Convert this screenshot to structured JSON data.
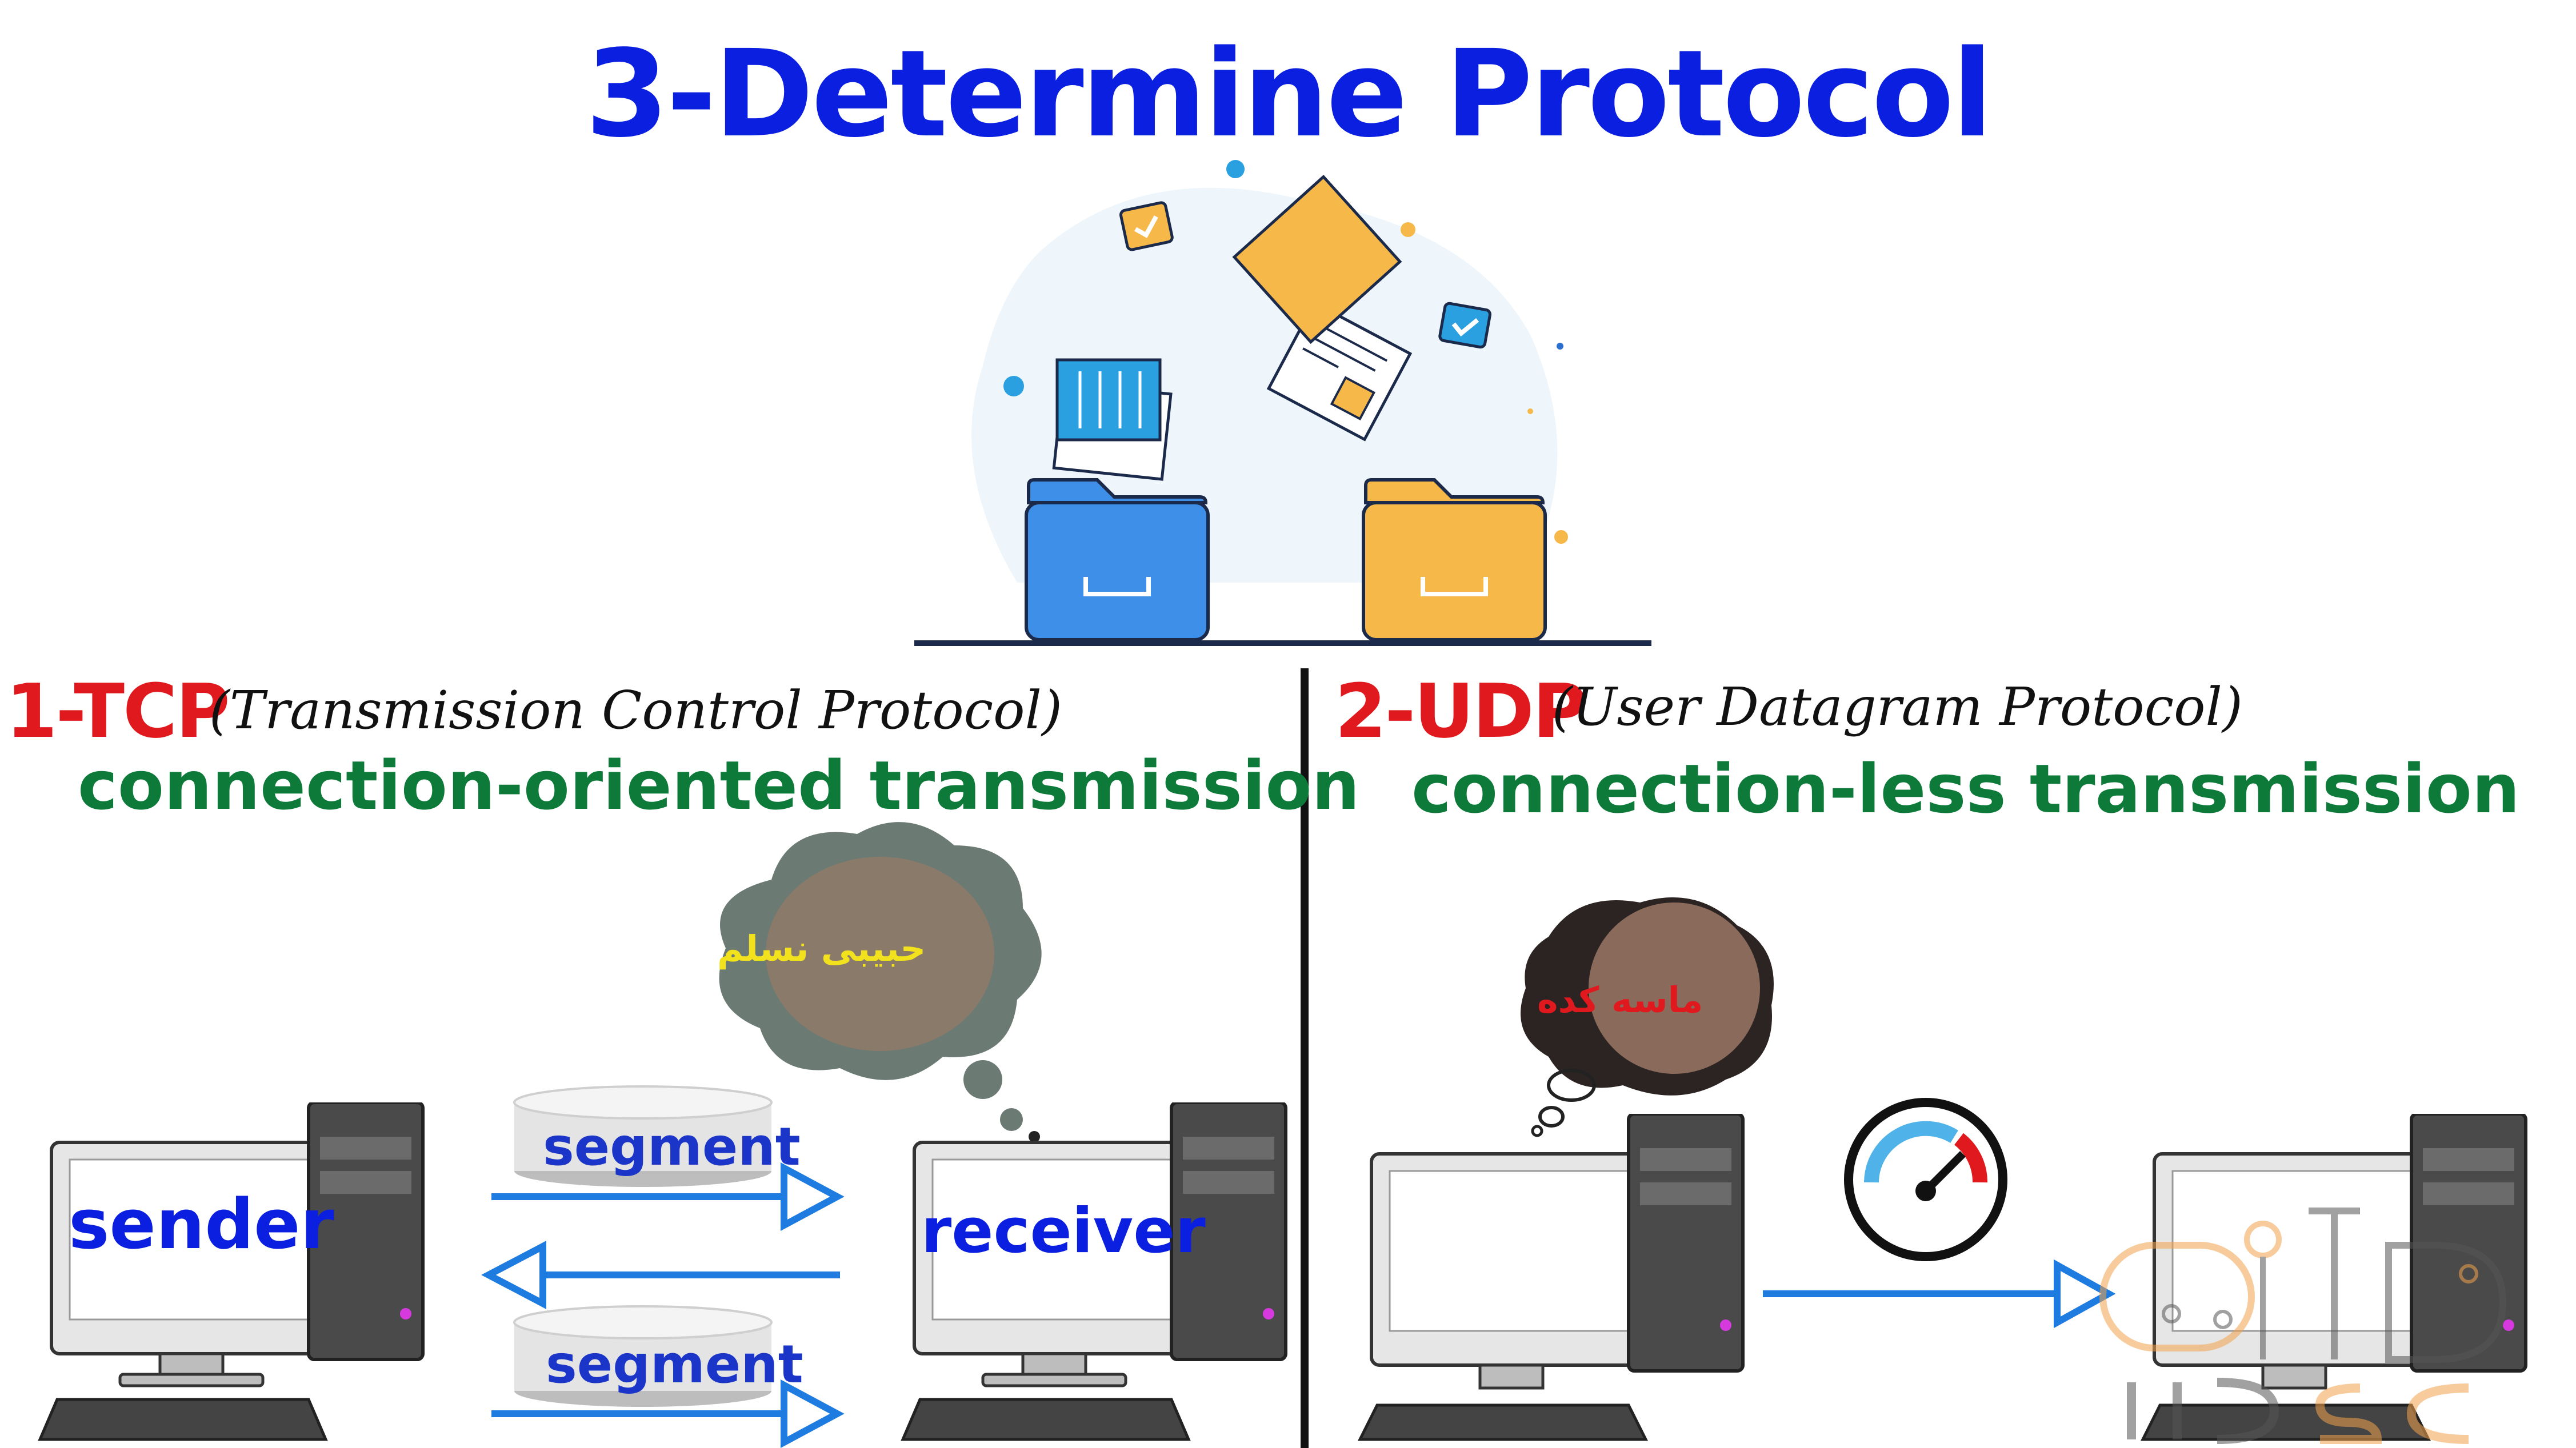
{
  "title": "3-Determine Protocol",
  "tcp": {
    "heading": "1-TCP",
    "expansion": "(Transmission Control Protocol)",
    "subtitle": "connection-oriented transmission",
    "sender_label": "sender",
    "receiver_label": "receiver",
    "segment_top": "segment",
    "segment_bottom": "segment",
    "bubble_caption": "حبیبی نسلم"
  },
  "udp": {
    "heading": "2-UDP",
    "expansion": "(User Datagram Protocol)",
    "subtitle": "connection-less transmission",
    "bubble_caption": "ماسه کده"
  },
  "icons": [
    "folder-icon",
    "document-icon",
    "checkbox-icon",
    "speedometer-icon",
    "computer-icon",
    "arrow-right-icon",
    "arrow-left-icon"
  ],
  "colors": {
    "title": "#0a1fe0",
    "heading": "#e0191e",
    "subtitle": "#0e7a3a",
    "arrow": "#1e7be0",
    "folder_blue": "#3d8fe8",
    "folder_yellow": "#f7b84a"
  }
}
